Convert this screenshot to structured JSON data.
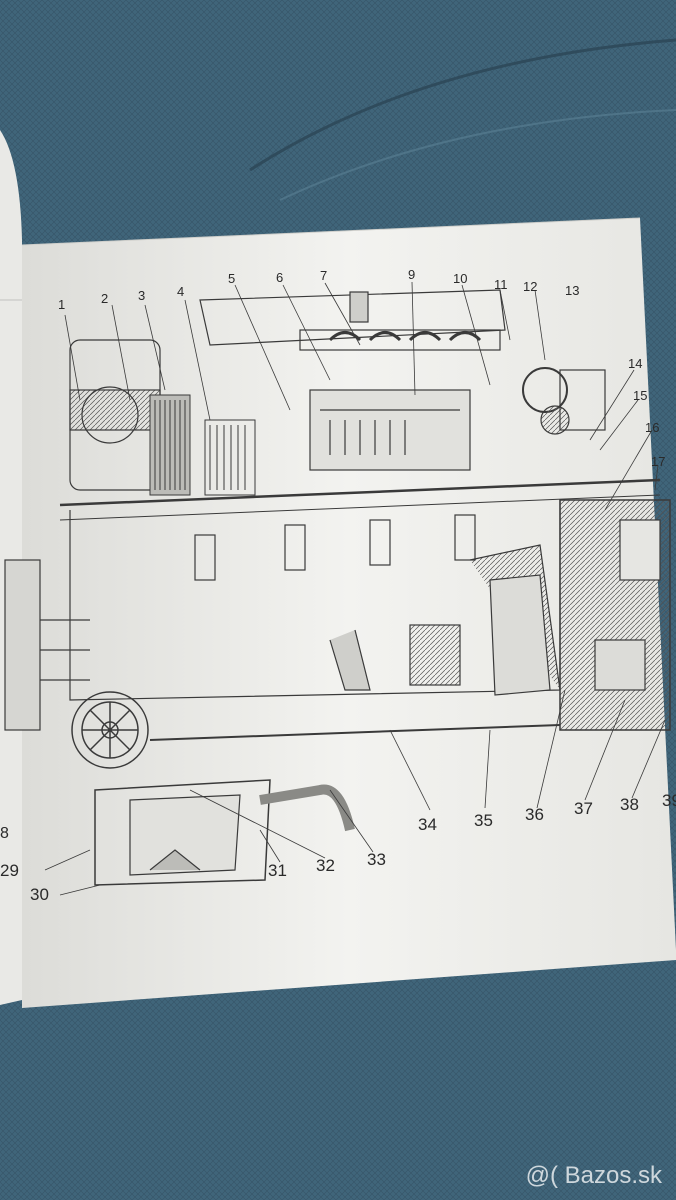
{
  "photo": {
    "subject": "printed page with engine cross-section drawing on a blue sofa",
    "callout_numbers_top": [
      "1",
      "2",
      "3",
      "4",
      "5",
      "6",
      "7",
      "9",
      "10",
      "11",
      "12",
      "13",
      "14",
      "15",
      "16",
      "17"
    ],
    "callout_numbers_bottom": [
      "29",
      "30",
      "31",
      "32",
      "33",
      "34",
      "35",
      "36",
      "37",
      "38",
      "39"
    ],
    "callout_numbers_left_edge": [
      "8"
    ],
    "watermark": "@( Bazos.sk",
    "colors": {
      "sofa": "#3f6274",
      "paper": "#efefed",
      "ink": "#3a3a3a"
    }
  }
}
